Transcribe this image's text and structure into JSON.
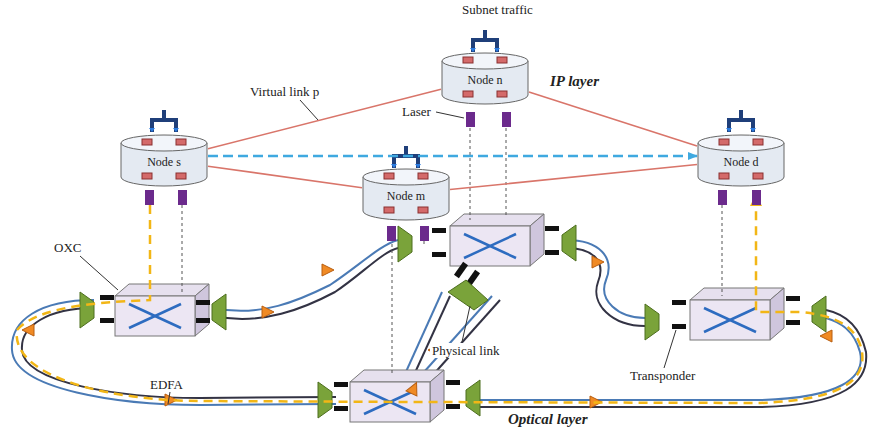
{
  "diagram": {
    "nodes": [
      {
        "text": [
          "Node n"
        ]
      },
      {
        "text": [
          "Node s"
        ]
      },
      {
        "text": [
          "Node m"
        ]
      },
      {
        "text": [
          "Node d"
        ]
      }
    ],
    "edges": [
      {
        "from": 1,
        "to": 0,
        "arrow": "none"
      },
      {
        "from": 1,
        "to": 2,
        "arrow": "none"
      },
      {
        "from": 0,
        "to": 3,
        "arrow": "none"
      },
      {
        "from": 2,
        "to": 3,
        "arrow": "none"
      },
      {
        "from": 1,
        "to": 3,
        "arrow": "to"
      }
    ],
    "labels": [
      "Subnet traffic",
      "Virtual link p",
      "Laser",
      "IP layer",
      "OXC",
      "Physical link",
      "Transponder",
      "EDFA",
      "Optical layer"
    ]
  }
}
